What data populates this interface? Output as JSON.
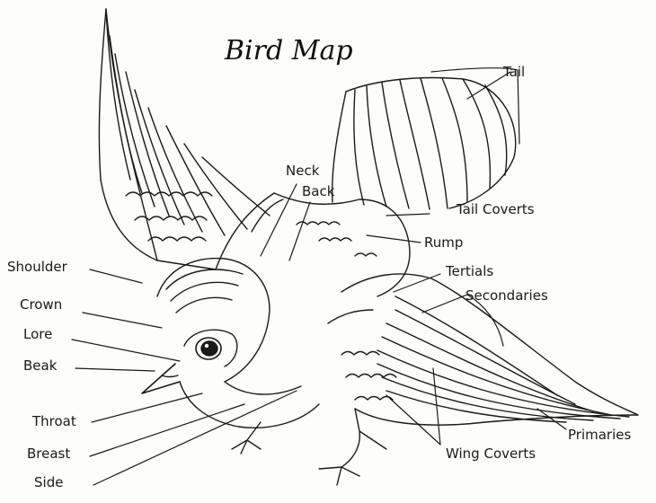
{
  "title": "Bird Map",
  "labels": {
    "tail": "Tail",
    "neck": "Neck",
    "back": "Back",
    "tail_coverts": "Tail Coverts",
    "rump": "Rump",
    "shoulder": "Shoulder",
    "tertials": "Tertials",
    "secondaries": "Secondaries",
    "crown": "Crown",
    "lore": "Lore",
    "beak": "Beak",
    "throat": "Throat",
    "breast": "Breast",
    "side": "Side",
    "primaries": "Primaries",
    "wing_coverts": "Wing Coverts"
  }
}
